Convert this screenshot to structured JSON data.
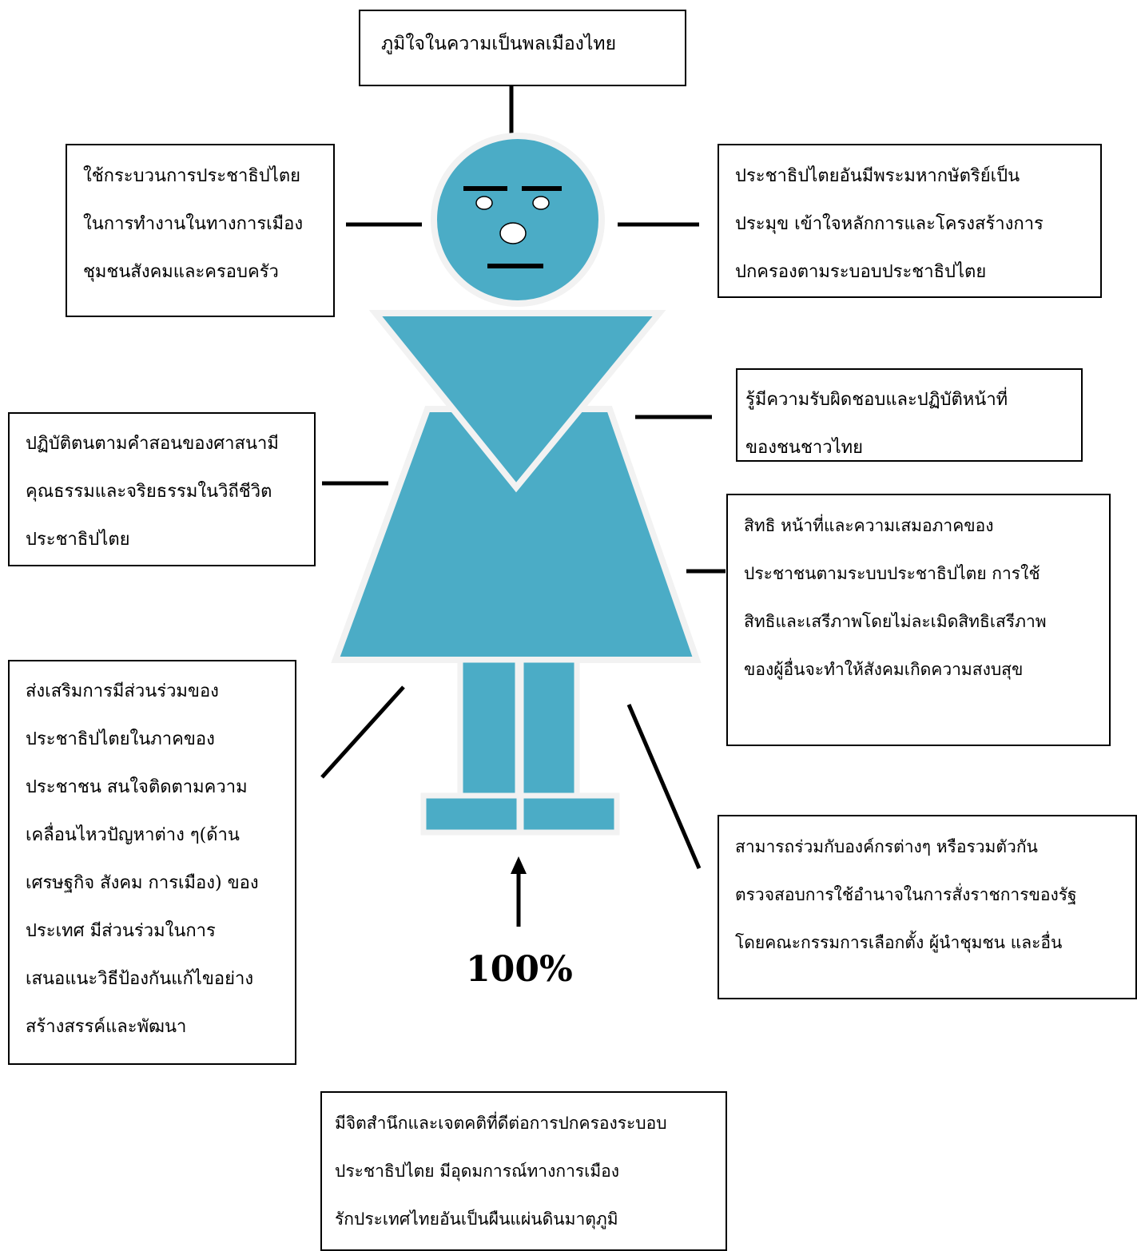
{
  "top_box": [
    "ภูมิใจในความเป็นพลเมืองไทย"
  ],
  "top_left_box": [
    "ใช้กระบวนการประชาธิปไตย",
    "ในการทำงานในทางการเมือง",
    "ชุมชนสังคมและครอบครัว"
  ],
  "top_right_box": [
    "ประชาธิปไตยอันมีพระมหากษัตริย์เป็น",
    "ประมุข เข้าใจหลักการและโครงสร้างการ",
    "ปกครองตามระบอบประชาธิปไตย"
  ],
  "middle_right_box": [
    "รู้มีความรับผิดชอบและปฏิบัติหน้าที่",
    "ของชนชาวไทย"
  ],
  "middle_left_box": [
    "ปฏิบัติตนตามคำสอนของศาสนามี",
    "คุณธรรมและจริยธรรมในวิถีชีวิต",
    "ประชาธิปไตย"
  ],
  "right_box": [
    "สิทธิ หน้าที่และความเสมอภาคของ",
    "ประชาชนตามระบบประชาธิปไตย การใช้",
    "สิทธิและเสรีภาพโดยไม่ละเมิดสิทธิเสรีภาพ",
    "ของผู้อื่นจะทำให้สังคมเกิดความสงบสุข"
  ],
  "bottom_left_box": [
    "ส่งเสริมการมีส่วนร่วมของ",
    "ประชาธิปไตยในภาคของ",
    "ประชาชน สนใจติดตามความ",
    "เคลื่อนไหวปัญหาต่าง ๆ(ด้าน",
    "เศรษฐกิจ สังคม การเมือง) ของ",
    "ประเทศ มีส่วนร่วมในการ",
    "เสนอแนะวิธีป้องกันแก้ไขอย่าง",
    "สร้างสรรค์และพัฒนา"
  ],
  "bottom_right_box": [
    "สามารถร่วมกับองค์กรต่างๆ หรือรวมตัวกัน",
    "ตรวจสอบการใช้อำนาจในการสั่งราชการของรัฐ",
    "โดยคณะกรรมการเลือกตั้ง  ผู้นำชุมชน และอื่น"
  ],
  "bottom_box": [
    "มีจิตสำนึกและเจตคติที่ดีต่อการปกครองระบอบ",
    "ประชาธิปไตย  มีอุดมการณ์ทางการเมือง",
    "รักประเทศไทยอันเป็นผืนแผ่นดินมาตุภูมิ"
  ],
  "percent_label": "100%",
  "colors": {
    "figure_fill": "#4bacc6",
    "figure_outline": "#f2f2f2",
    "line": "#000000"
  }
}
